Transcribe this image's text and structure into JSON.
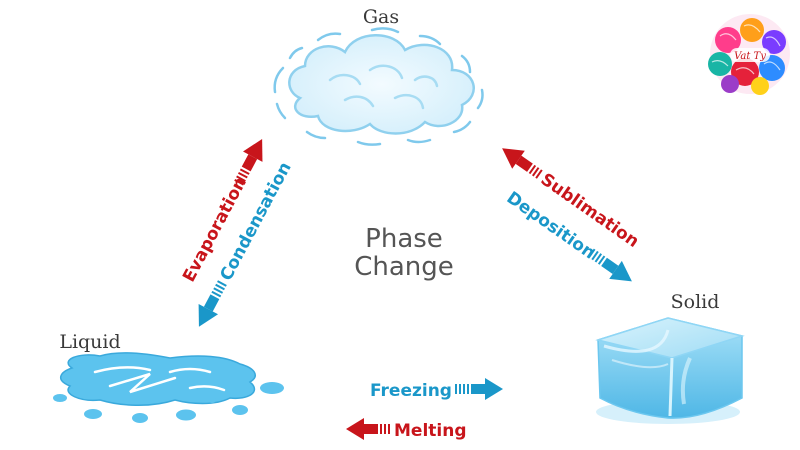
{
  "states": {
    "gas": "Gas",
    "liquid": "Liquid",
    "solid": "Solid"
  },
  "center": {
    "line1": "Phase",
    "line2": "Change"
  },
  "processes": {
    "evaporation": "Evaporation",
    "condensation": "Condensation",
    "sublimation": "Sublimation",
    "deposition": "Deposition",
    "freezing": "Freezing",
    "melting": "Melting"
  },
  "logo": {
    "text": "Vat Ty"
  },
  "colors": {
    "red": "#c8151b",
    "blue": "#1a97c9",
    "water": "#5cc3ee",
    "ice": "#8fd6f5",
    "cloud": "#bfe6f8"
  },
  "icons": {
    "gas": "cloud-icon",
    "liquid": "water-puddle-icon",
    "solid": "ice-cube-icon",
    "logo": "yarn-balls-logo"
  }
}
